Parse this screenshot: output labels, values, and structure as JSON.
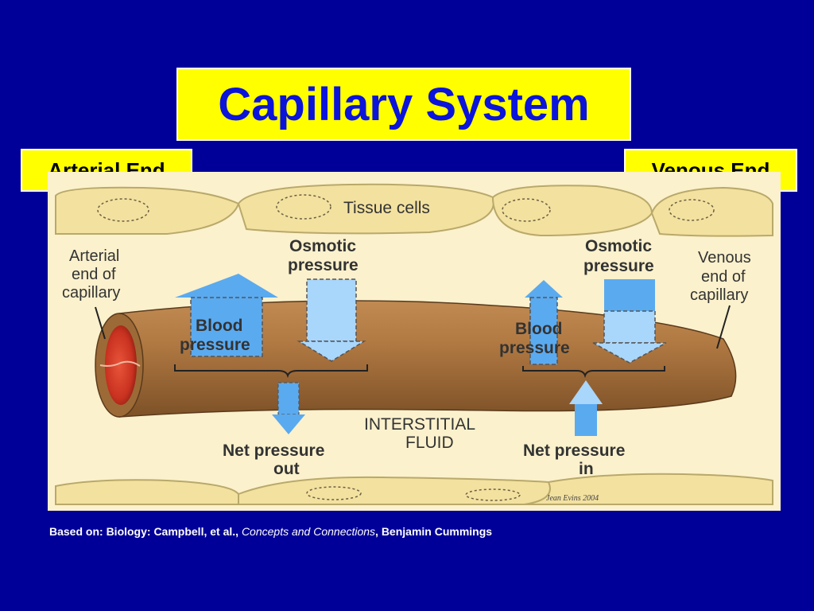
{
  "title": "Capillary System",
  "labels": {
    "arterial_end": "Arterial End",
    "venous_end": "Venous End"
  },
  "figure": {
    "tissue_cells": "Tissue cells",
    "arterial_end_of_capillary": [
      "Arterial",
      "end of",
      "capillary"
    ],
    "venous_end_of_capillary": [
      "Venous",
      "end of",
      "capillary"
    ],
    "osmotic_pressure_left": [
      "Osmotic",
      "pressure"
    ],
    "osmotic_pressure_right": [
      "Osmotic",
      "pressure"
    ],
    "blood_pressure_left": [
      "Blood",
      "pressure"
    ],
    "blood_pressure_right": [
      "Blood",
      "pressure"
    ],
    "interstitial_fluid": [
      "INTERSTITIAL",
      "FLUID"
    ],
    "net_pressure_out": [
      "Net pressure",
      "out"
    ],
    "net_pressure_in": [
      "Net pressure",
      "in"
    ],
    "signature": "Jean Evins 2004"
  },
  "credit": {
    "prefix": "Based on:  Biology:  Campbell, et al., ",
    "book": "Concepts and Connections",
    "suffix": ", Benjamin Cummings"
  },
  "colors": {
    "background": "#000099",
    "box_fill": "#ffff00",
    "title_text": "#0b14d9",
    "tissue_fill": "#f6e7a6",
    "capillary_fill": "#a5703c",
    "arrow_blue": "#5aaaf0",
    "arrow_light": "#a9d6fb"
  }
}
